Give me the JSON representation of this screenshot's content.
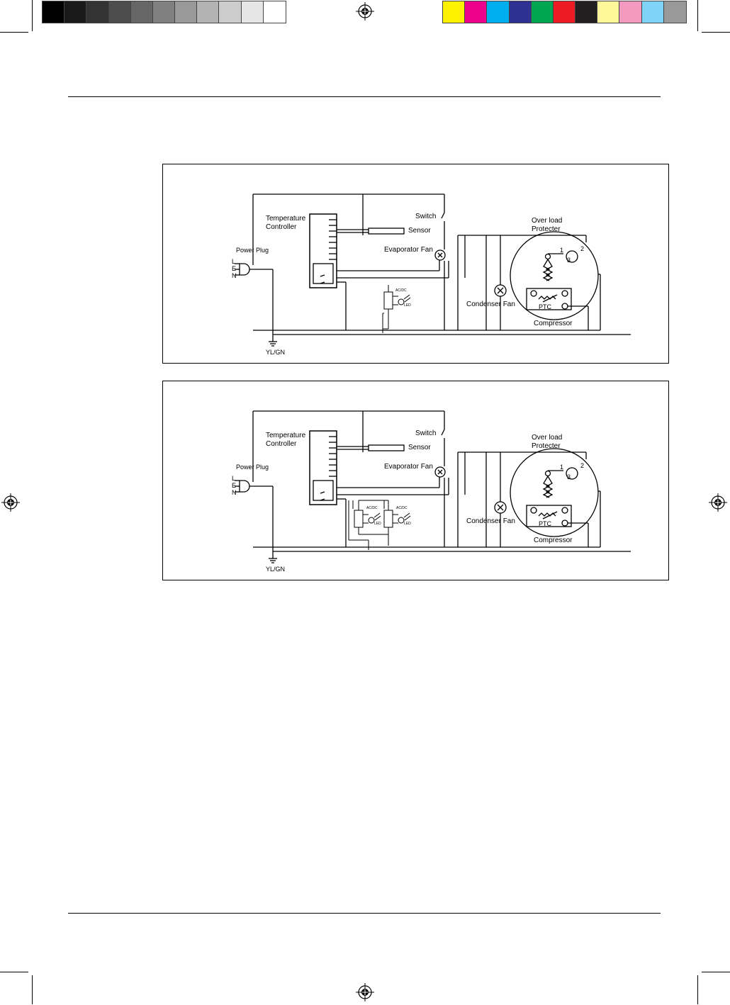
{
  "print_marks": {
    "gray_swatches": [
      "#000000",
      "#1a1a1a",
      "#333333",
      "#4d4d4d",
      "#666666",
      "#808080",
      "#999999",
      "#b3b3b3",
      "#cccccc",
      "#e6e6e6",
      "#ffffff"
    ],
    "color_swatches": [
      "#fff200",
      "#ec008c",
      "#00aeef",
      "#2e3192",
      "#00a651",
      "#ed1c24",
      "#231f20",
      "#fff799",
      "#f49ac1",
      "#7fd3f7",
      "#999999"
    ]
  },
  "diagrams": [
    {
      "labels": {
        "temperature_controller_line1": "Temperature",
        "temperature_controller_line2": "Controller",
        "switch": "Switch",
        "sensor": "Sensor",
        "evaporator_fan": "Evaporator Fan",
        "power_plug": "Power Plug",
        "plug_l": "L",
        "plug_e": "E",
        "plug_n": "N",
        "over_load_line1": "Over load",
        "over_load_line2": "Protecter",
        "condenser_fan": "Condenser Fan",
        "ptc": "PTC",
        "compressor": "Compressor",
        "ground": "YL/GN",
        "pin_1": "1",
        "pin_2": "2",
        "pin_3": "3",
        "acdc": "AC/DC",
        "led": "LED"
      }
    },
    {
      "labels": {
        "temperature_controller_line1": "Temperature",
        "temperature_controller_line2": "Controller",
        "switch": "Switch",
        "sensor": "Sensor",
        "evaporator_fan": "Evaporator Fan",
        "power_plug": "Power Plug",
        "plug_l": "L",
        "plug_e": "E",
        "plug_n": "N",
        "over_load_line1": "Over load",
        "over_load_line2": "Protecter",
        "condenser_fan": "Condenser Fan",
        "ptc": "PTC",
        "compressor": "Compressor",
        "ground": "YL/GN",
        "pin_1": "1",
        "pin_2": "2",
        "pin_3": "3",
        "acdc_1": "AC/DC",
        "led_1": "LED",
        "acdc_2": "AC/DC",
        "led_2": "LED"
      }
    }
  ]
}
